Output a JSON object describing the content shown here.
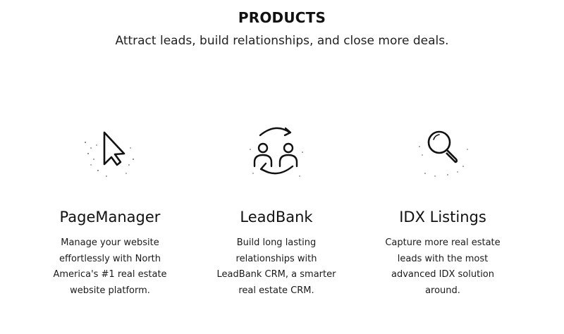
{
  "header": {
    "title": "PRODUCTS",
    "subtitle": "Attract leads, build relationships, and close more deals."
  },
  "products": [
    {
      "name": "PageManager",
      "description": "Manage your website effortlessly with North America's #1 real estate website platform.",
      "icon": "cursor-icon"
    },
    {
      "name": "LeadBank",
      "description": "Build long lasting relationships with LeadBank CRM, a smarter real estate CRM.",
      "icon": "users-exchange-icon"
    },
    {
      "name": "IDX Listings",
      "description": "Capture more real estate leads with the most advanced IDX solution around.",
      "icon": "magnifier-icon"
    }
  ],
  "colors": {
    "text": "#111111",
    "background": "#ffffff"
  }
}
